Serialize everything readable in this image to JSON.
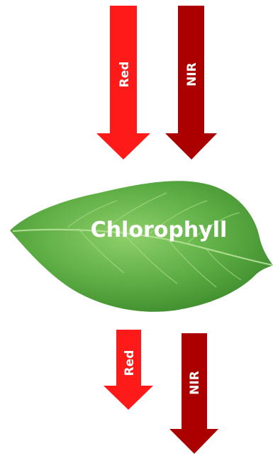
{
  "arrows": {
    "incoming_red": {
      "label": "Red",
      "color": "#ff1a1a"
    },
    "incoming_nir": {
      "label": "NIR",
      "color": "#aa0000"
    },
    "outgoing_red": {
      "label": "Red",
      "color": "#ff1a1a"
    },
    "outgoing_nir": {
      "label": "NIR",
      "color": "#aa0000"
    }
  },
  "leaf": {
    "label": "Chlorophyll",
    "color_light": "#7cc25a",
    "color_dark": "#3f8f2f",
    "vein_color": "#b9e39a"
  }
}
